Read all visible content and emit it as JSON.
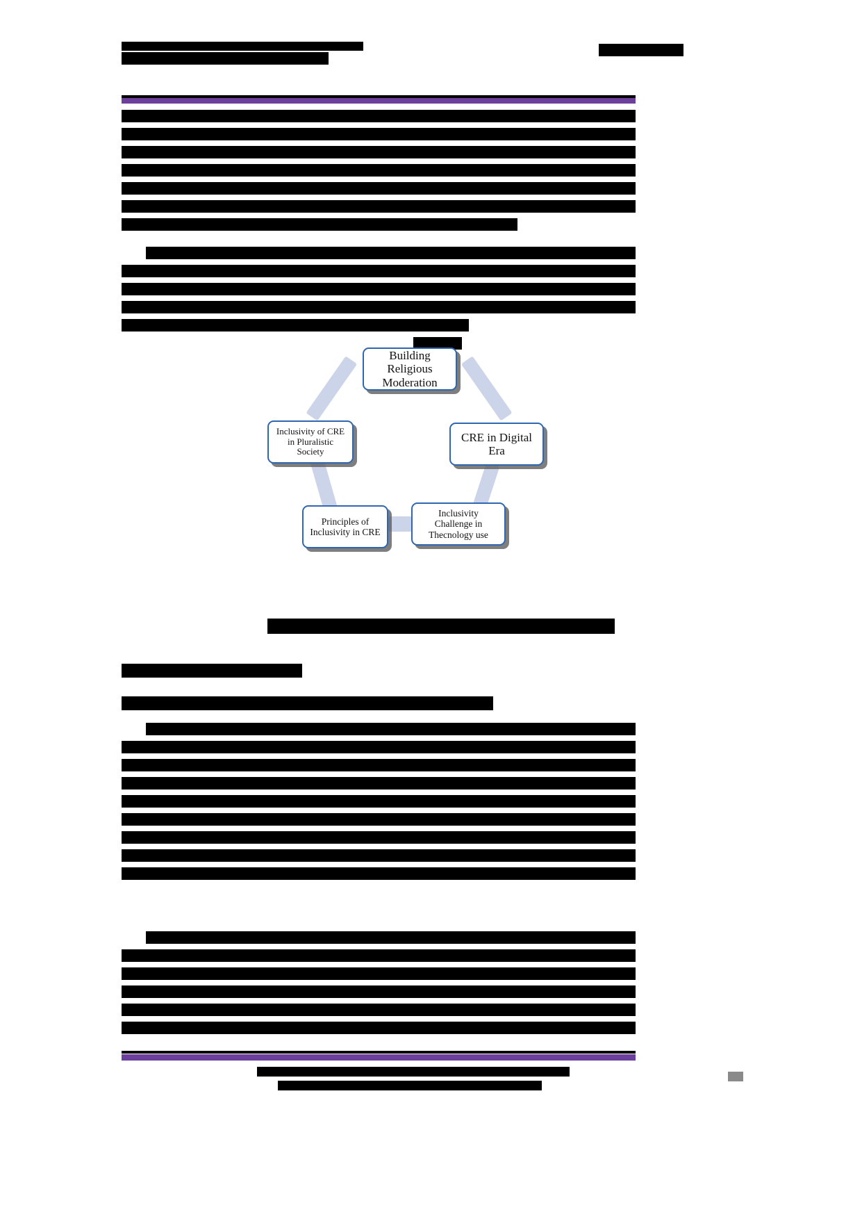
{
  "document": {
    "type": "academic-journal-article-page",
    "redacted": true,
    "accent_color": "#6d3f9c",
    "node_border_color": "#2e67b0",
    "arrow_color": "#ccd4ea",
    "page_number_marker": ""
  },
  "header": {
    "journal_title": "",
    "issue_info": ""
  },
  "body": {
    "paragraph_1": "",
    "paragraph_2": "",
    "section_heading_1": "",
    "section_heading_2": "",
    "section_heading_3": "",
    "paragraph_3": "",
    "paragraph_4": ""
  },
  "figure": {
    "caption": "",
    "nodes": [
      {
        "id": "top",
        "label": "Building\nReligious\nModeration"
      },
      {
        "id": "right",
        "label": "CRE in Digital\nEra"
      },
      {
        "id": "bottom-right",
        "label": "Inclusivity\nChallenge in\nThecnology use"
      },
      {
        "id": "bottom-left",
        "label": "Principles of\nInclusivity in CRE"
      },
      {
        "id": "left",
        "label": "Inclusivity of CRE\nin Pluralistic\nSociety"
      }
    ]
  },
  "footer": {
    "citation_line": "",
    "page_number": ""
  }
}
